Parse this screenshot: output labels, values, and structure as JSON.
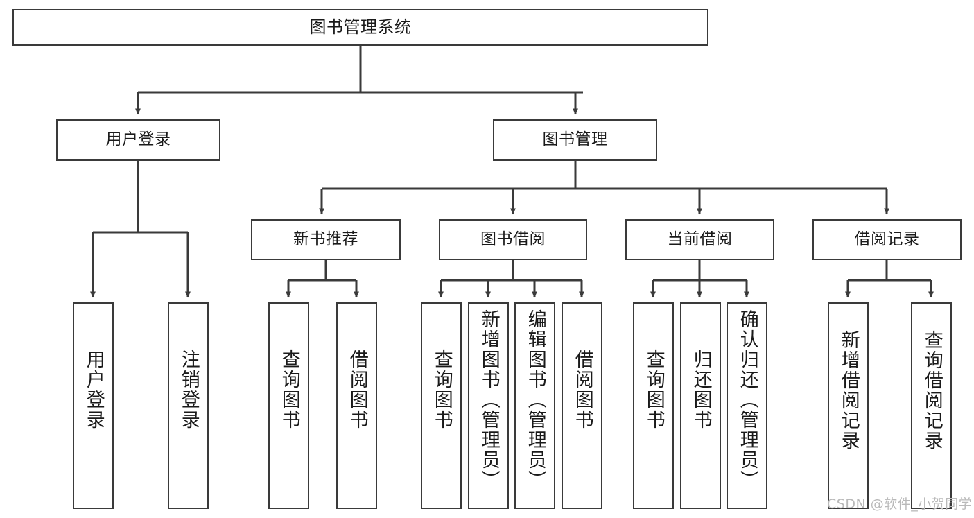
{
  "diagram": {
    "title": "图书管理系统",
    "type": "hierarchy-tree",
    "watermark": "CSDN @软件_小贺同学",
    "colors": {
      "box_border": "#3a3a3a",
      "box_fill": "#ffffff",
      "edge": "#3a3a3a",
      "text": "#1a1a1a",
      "watermark": "#b9b9b9",
      "background": "#ffffff"
    },
    "nodes": {
      "root": {
        "label": "图书管理系统",
        "level": 0
      },
      "login": {
        "label": "用户登录",
        "level": 1
      },
      "book_mgmt": {
        "label": "图书管理",
        "level": 1
      },
      "new_book_rec": {
        "label": "新书推荐",
        "level": 2
      },
      "book_borrow": {
        "label": "图书借阅",
        "level": 2
      },
      "current_borrow": {
        "label": "当前借阅",
        "level": 2
      },
      "borrow_record": {
        "label": "借阅记录",
        "level": 2
      },
      "leaf_user_login": {
        "label": "用户登录",
        "level": 3
      },
      "leaf_logout": {
        "label": "注销登录",
        "level": 3
      },
      "leaf_query_book_1": {
        "label": "查询图书",
        "level": 3
      },
      "leaf_borrow_book_1": {
        "label": "借阅图书",
        "level": 3
      },
      "leaf_query_book_2": {
        "label": "查询图书",
        "level": 3
      },
      "leaf_add_book": {
        "label": "新增图书（管理员）",
        "level": 3
      },
      "leaf_edit_book": {
        "label": "编辑图书（管理员）",
        "level": 3
      },
      "leaf_borrow_book_2": {
        "label": "借阅图书",
        "level": 3
      },
      "leaf_query_book_3": {
        "label": "查询图书",
        "level": 3
      },
      "leaf_return_book": {
        "label": "归还图书",
        "level": 3
      },
      "leaf_confirm_return": {
        "label": "确认归还（管理员）",
        "level": 3
      },
      "leaf_add_record": {
        "label": "新增借阅记录",
        "level": 3
      },
      "leaf_query_record": {
        "label": "查询借阅记录",
        "level": 3
      }
    },
    "edges": [
      {
        "from": "root",
        "to": "login"
      },
      {
        "from": "root",
        "to": "book_mgmt"
      },
      {
        "from": "login",
        "to": "leaf_user_login"
      },
      {
        "from": "login",
        "to": "leaf_logout"
      },
      {
        "from": "book_mgmt",
        "to": "new_book_rec"
      },
      {
        "from": "book_mgmt",
        "to": "book_borrow"
      },
      {
        "from": "book_mgmt",
        "to": "current_borrow"
      },
      {
        "from": "book_mgmt",
        "to": "borrow_record"
      },
      {
        "from": "new_book_rec",
        "to": "leaf_query_book_1"
      },
      {
        "from": "new_book_rec",
        "to": "leaf_borrow_book_1"
      },
      {
        "from": "book_borrow",
        "to": "leaf_query_book_2"
      },
      {
        "from": "book_borrow",
        "to": "leaf_add_book"
      },
      {
        "from": "book_borrow",
        "to": "leaf_edit_book"
      },
      {
        "from": "book_borrow",
        "to": "leaf_borrow_book_2"
      },
      {
        "from": "current_borrow",
        "to": "leaf_query_book_3"
      },
      {
        "from": "current_borrow",
        "to": "leaf_return_book"
      },
      {
        "from": "current_borrow",
        "to": "leaf_confirm_return"
      },
      {
        "from": "borrow_record",
        "to": "leaf_add_record"
      },
      {
        "from": "borrow_record",
        "to": "leaf_query_record"
      }
    ]
  }
}
